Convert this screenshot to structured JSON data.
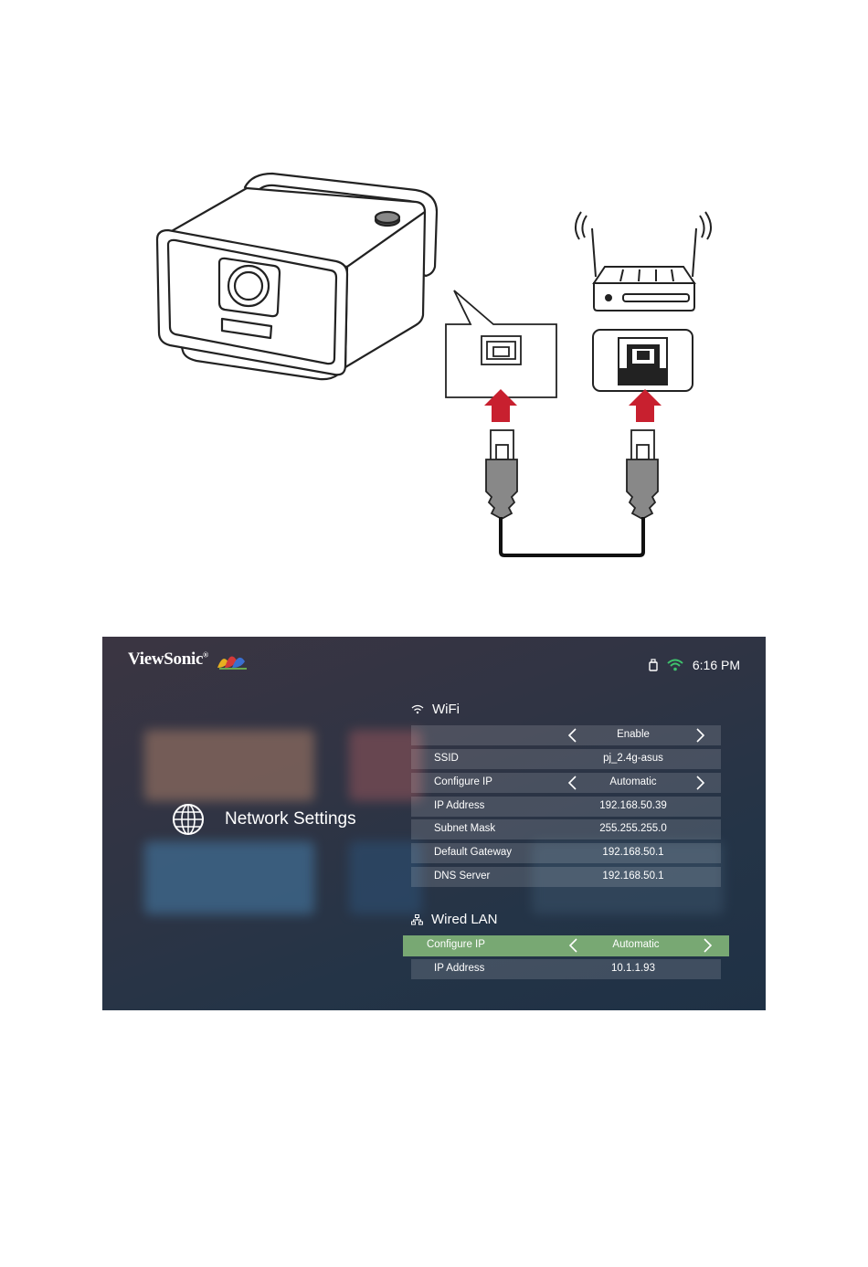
{
  "brand": {
    "logo_text": "ViewSonic",
    "reg_mark": "®"
  },
  "status_bar": {
    "time": "6:16 PM",
    "icons": [
      "usb-icon",
      "wifi-icon"
    ],
    "wifi_color": "#3ec36d"
  },
  "page_title": "Network Settings",
  "wifi": {
    "header": "WiFi",
    "rows": [
      {
        "label": "",
        "value": "Enable",
        "arrows": true
      },
      {
        "label": "SSID",
        "value": "pj_2.4g-asus",
        "arrows": false
      },
      {
        "label": "Configure IP",
        "value": "Automatic",
        "arrows": true
      },
      {
        "label": "IP Address",
        "value": "192.168.50.39",
        "arrows": false
      },
      {
        "label": "Subnet Mask",
        "value": "255.255.255.0",
        "arrows": false
      },
      {
        "label": "Default Gateway",
        "value": "192.168.50.1",
        "arrows": false
      },
      {
        "label": "DNS Server",
        "value": "192.168.50.1",
        "arrows": false
      }
    ]
  },
  "wired_lan": {
    "header": "Wired LAN",
    "rows": [
      {
        "label": "Configure IP",
        "value": "Automatic",
        "arrows": true,
        "selected": true
      },
      {
        "label": "IP Address",
        "value": "10.1.1.93",
        "arrows": false
      }
    ]
  },
  "colors": {
    "selected_row": "#78a873",
    "arrow_red": "#c8202f"
  }
}
